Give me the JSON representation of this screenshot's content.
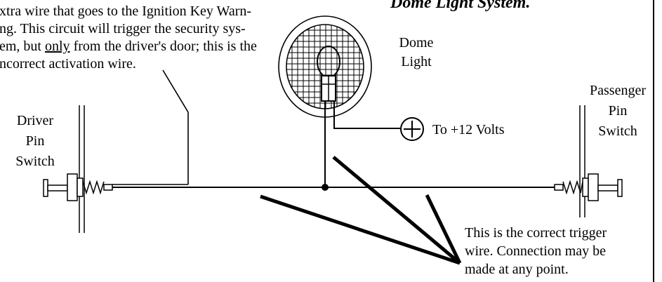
{
  "diagram": {
    "title": "Dome Light System.",
    "note": {
      "line1": "xtra wire that goes to the Ignition Key Warn-",
      "line2": "ng. This circuit will trigger the security sys-",
      "line3_a": "em, but ",
      "line3_b": "only",
      "line3_c": " from the driver's door; this is the",
      "line4": "ncorrect activation wire."
    },
    "dome_light_label": [
      "Dome",
      "Light"
    ],
    "voltage_label": "To +12 Volts",
    "driver_switch_label": [
      "Driver",
      "Pin",
      "Switch"
    ],
    "passenger_switch_label": [
      "Passenger",
      "Pin",
      "Switch"
    ],
    "correct_wire_note": [
      "This is the correct trigger",
      "wire. Connection may be",
      "made at any point."
    ]
  }
}
